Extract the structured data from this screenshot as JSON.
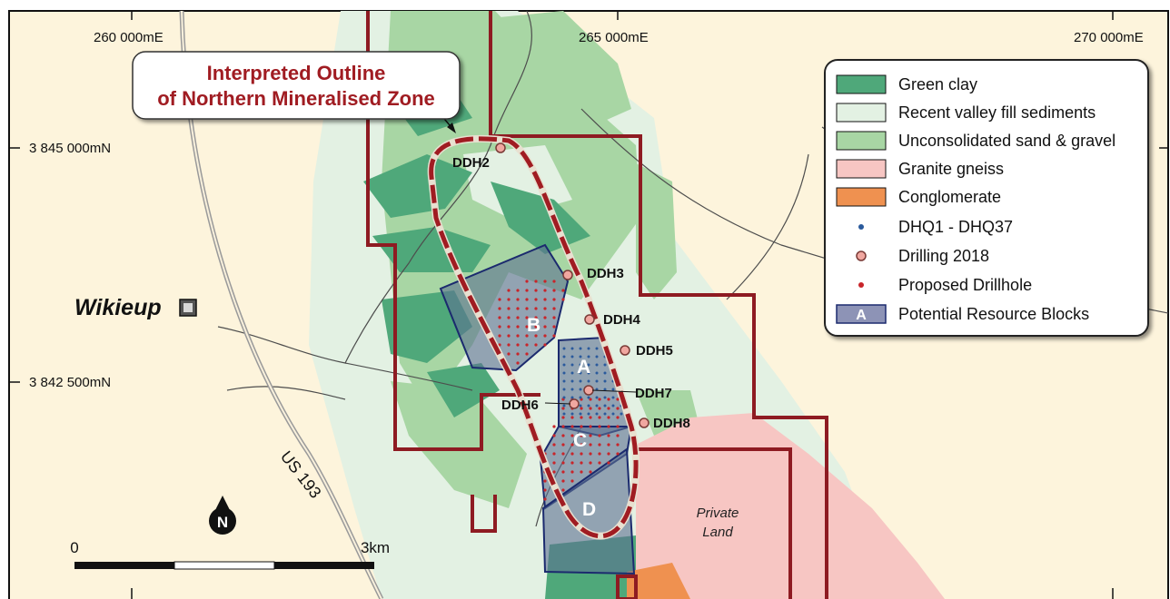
{
  "map": {
    "callout": {
      "line1": "Interpreted Outline",
      "line2": "of Northern Mineralised Zone",
      "text_color": "#a01c22"
    },
    "grid": {
      "eastings": [
        "260 000mE",
        "265 000mE",
        "270 000mE"
      ],
      "northings": [
        "3 845 000mN",
        "3 842 500mN"
      ]
    },
    "town": {
      "name": "Wikieup",
      "icon": "town-square-icon"
    },
    "road": {
      "label": "US 193"
    },
    "north_arrow": {
      "letter": "N",
      "icon": "north-arrow-icon"
    },
    "scale_bar": {
      "start": "0",
      "end": "3km"
    },
    "private_land": {
      "line1": "Private",
      "line2": "Land"
    },
    "drillholes": [
      {
        "id": "DDH2"
      },
      {
        "id": "DDH3"
      },
      {
        "id": "DDH4"
      },
      {
        "id": "DDH5"
      },
      {
        "id": "DDH6"
      },
      {
        "id": "DDH7"
      },
      {
        "id": "DDH8"
      }
    ],
    "resource_blocks": [
      {
        "id": "A"
      },
      {
        "id": "B"
      },
      {
        "id": "C"
      },
      {
        "id": "D"
      }
    ],
    "legend": [
      {
        "label": "Green clay",
        "symbol": "swatch",
        "color": "#4fa87a"
      },
      {
        "label": "Recent valley fill sediments",
        "symbol": "swatch",
        "color": "#e3f1e3"
      },
      {
        "label": "Unconsolidated sand & gravel",
        "symbol": "swatch",
        "color": "#a8d6a4"
      },
      {
        "label": "Granite gneiss",
        "symbol": "swatch",
        "color": "#f7c6c3"
      },
      {
        "label": "Conglomerate",
        "symbol": "swatch",
        "color": "#ef9150"
      },
      {
        "label": "DHQ1 - DHQ37",
        "symbol": "blue-dot-icon",
        "color": "#2a5a9c"
      },
      {
        "label": "Drilling 2018",
        "symbol": "pink-circle-icon",
        "color": "#f0a7a0"
      },
      {
        "label": "Proposed Drillhole",
        "symbol": "red-dot-icon",
        "color": "#c8252a"
      },
      {
        "label": "Potential Resource Blocks",
        "symbol": "block-icon",
        "color": "#8d93b6",
        "letter": "A"
      }
    ],
    "colors": {
      "tenement_boundary": "#8e1b22",
      "zone_outline": "#a01c22",
      "resource_block": "#5c6f91",
      "drainage": "#4d4d4d"
    }
  }
}
